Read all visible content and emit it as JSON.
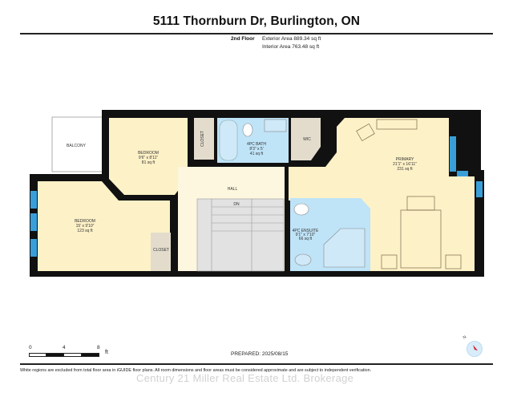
{
  "header": {
    "title": "5111 Thornburn Dr, Burlington, ON",
    "floor": "2nd Floor",
    "exterior_area": "Exterior Area 889.34 sq ft",
    "interior_area": "Interior Area 763.48 sq ft"
  },
  "rooms": {
    "balcony": {
      "name": "BALCONY"
    },
    "bedroom2": {
      "name": "BEDROOM",
      "dims": "9'6\" x 8'11\"",
      "area": "81 sq ft"
    },
    "closet_top": {
      "name": "CLOSET"
    },
    "bath": {
      "name": "4PC BATH",
      "dims": "8'3\" x 5'",
      "area": "41 sq ft"
    },
    "wic": {
      "name": "WIC"
    },
    "primary": {
      "name": "PRIMARY",
      "dims": "21'1\" x 16'11\"",
      "area": "231 sq ft"
    },
    "hall": {
      "name": "HALL",
      "stairs": "DN"
    },
    "bedroom1": {
      "name": "BEDROOM",
      "dims": "15' x 9'10\"",
      "area": "123 sq ft"
    },
    "closet_bottom": {
      "name": "CLOSET"
    },
    "ensuite": {
      "name": "4PC ENSUITE",
      "dims": "9'1\" x 7'10\"",
      "area": "66 sq ft"
    }
  },
  "scale": {
    "ticks": [
      "0",
      "4",
      "8"
    ],
    "unit": "ft"
  },
  "prepared": "PREPARED: 2025/08/15",
  "compass": {
    "label": "N",
    "icon": "compass-icon"
  },
  "footer": {
    "disclaimer": "White regions are excluded from total floor area in iGUIDE floor plans. All room dimensions and floor areas must be considered approximate and are subject to independent verification.",
    "watermark": "Century 21 Miller Real Estate Ltd. Brokerage"
  },
  "colors": {
    "room_fill": "#fdf1c7",
    "hall_fill": "#fdf7df",
    "bath_fill": "#bfe3f7",
    "closet_fill": "#e3dccd",
    "stair_fill": "#e2e2e2",
    "wall": "#111111",
    "window": "#3a9fd8"
  }
}
